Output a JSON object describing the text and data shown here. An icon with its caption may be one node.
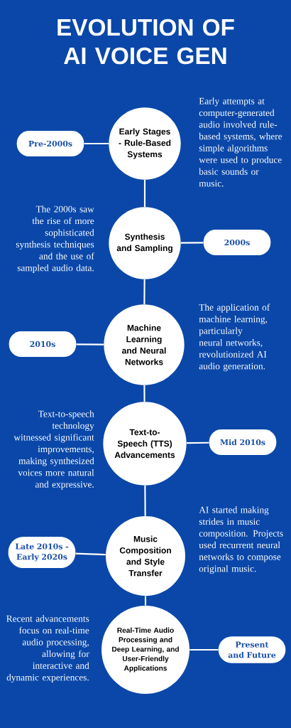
{
  "diagram": {
    "title": "EVOLUTION OF AI VOICE GEN",
    "nodes": [
      {
        "text": [
          "Early Stages - Rule-Based Systems"
        ],
        "beside": [
          "Early attempts at computer-generated audio involved rule-based systems, where simple algorithms were used to produce basic sounds or music."
        ]
      },
      {
        "text": [
          "Pre-2000s"
        ]
      },
      {
        "text": [
          "Synthesis and Sampling"
        ],
        "beside": [
          "The 2000s saw the rise of more sophisticated synthesis techniques and the use of sampled audio data."
        ]
      },
      {
        "text": [
          "2000s"
        ]
      },
      {
        "text": [
          "Machine Learning and Neural Networks"
        ],
        "beside": [
          "The application of machine learning, particularly neural networks, revolutionized AI audio generation."
        ]
      },
      {
        "text": [
          "2010s"
        ]
      },
      {
        "text": [
          "Text-to-Speech (TTS) Advancements"
        ],
        "beside": [
          "Text-to-speech technology witnessed significant improvements, making synthesized voices more natural and expressive."
        ]
      },
      {
        "text": [
          "Mid 2010s"
        ]
      },
      {
        "text": [
          "Music Composition and Style Transfer"
        ],
        "beside": [
          "AI started making strides in music composition. Projects used recurrent neural networks to compose original music."
        ]
      },
      {
        "text": [
          "Late 2010s - Early 2020s"
        ]
      },
      {
        "text": [
          "Real-Time Audio Processing and Deep Learning, and User-Friendly Applications"
        ],
        "beside": [
          "Recent advancements focus on real-time audio processing, allowing for interactive and dynamic experiences."
        ]
      },
      {
        "text": [
          "Present and Future"
        ]
      }
    ],
    "edges": [
      {
        "from": 1,
        "to": 0,
        "arrow": "none"
      },
      {
        "from": 0,
        "to": 2,
        "arrow": "none"
      },
      {
        "from": 2,
        "to": 3,
        "arrow": "none"
      },
      {
        "from": 2,
        "to": 4,
        "arrow": "none"
      },
      {
        "from": 5,
        "to": 4,
        "arrow": "none"
      },
      {
        "from": 4,
        "to": 6,
        "arrow": "none"
      },
      {
        "from": 6,
        "to": 7,
        "arrow": "none"
      },
      {
        "from": 6,
        "to": 8,
        "arrow": "none"
      },
      {
        "from": 9,
        "to": 8,
        "arrow": "none"
      },
      {
        "from": 8,
        "to": 10,
        "arrow": "none"
      },
      {
        "from": 10,
        "to": 11,
        "arrow": "none"
      }
    ]
  }
}
